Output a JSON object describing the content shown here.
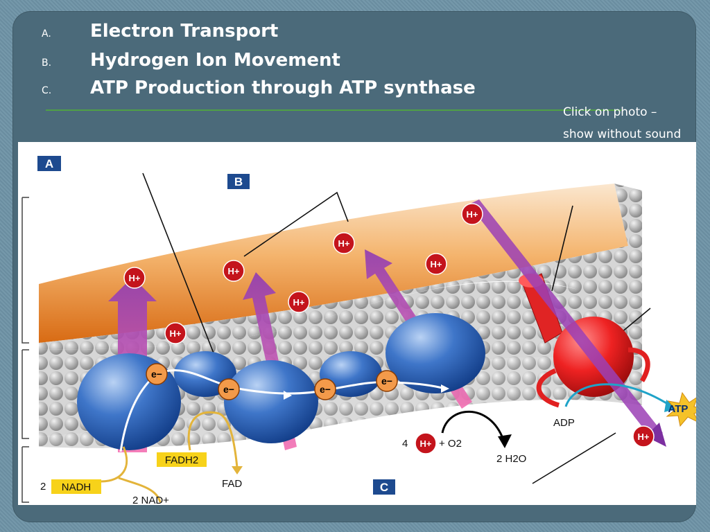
{
  "bullets": [
    {
      "letter": "A.",
      "text": "Electron Transport"
    },
    {
      "letter": "B.",
      "text": "Hydrogen Ion Movement"
    },
    {
      "letter": "C.",
      "text": "ATP Production through ATP synthase"
    }
  ],
  "note": {
    "line1": "Click on photo –",
    "line2": "show without sound"
  },
  "diagram": {
    "panel_a": "A",
    "panel_b": "B",
    "panel_c": "C",
    "hplus": "H+",
    "electron": "e−",
    "nadh": "NADH",
    "nadh_coef": "2",
    "nad_plus": "2 NAD+",
    "fadh2": "FADH2",
    "fad": "FAD",
    "o2_coef": "4",
    "o2_rest": "+ O2",
    "water": "2 H2O",
    "adp": "ADP",
    "atp": "ATP"
  },
  "colors": {
    "slide_bg": "#4b6a7a",
    "accent_rule": "#4fa046",
    "intermembrane": "#e0812a",
    "protein_blue": "#3b6fc4",
    "synthase_red": "#e41f1f",
    "proton_arrow": "#9a3fb5",
    "label_yellow": "#f7d21a"
  }
}
